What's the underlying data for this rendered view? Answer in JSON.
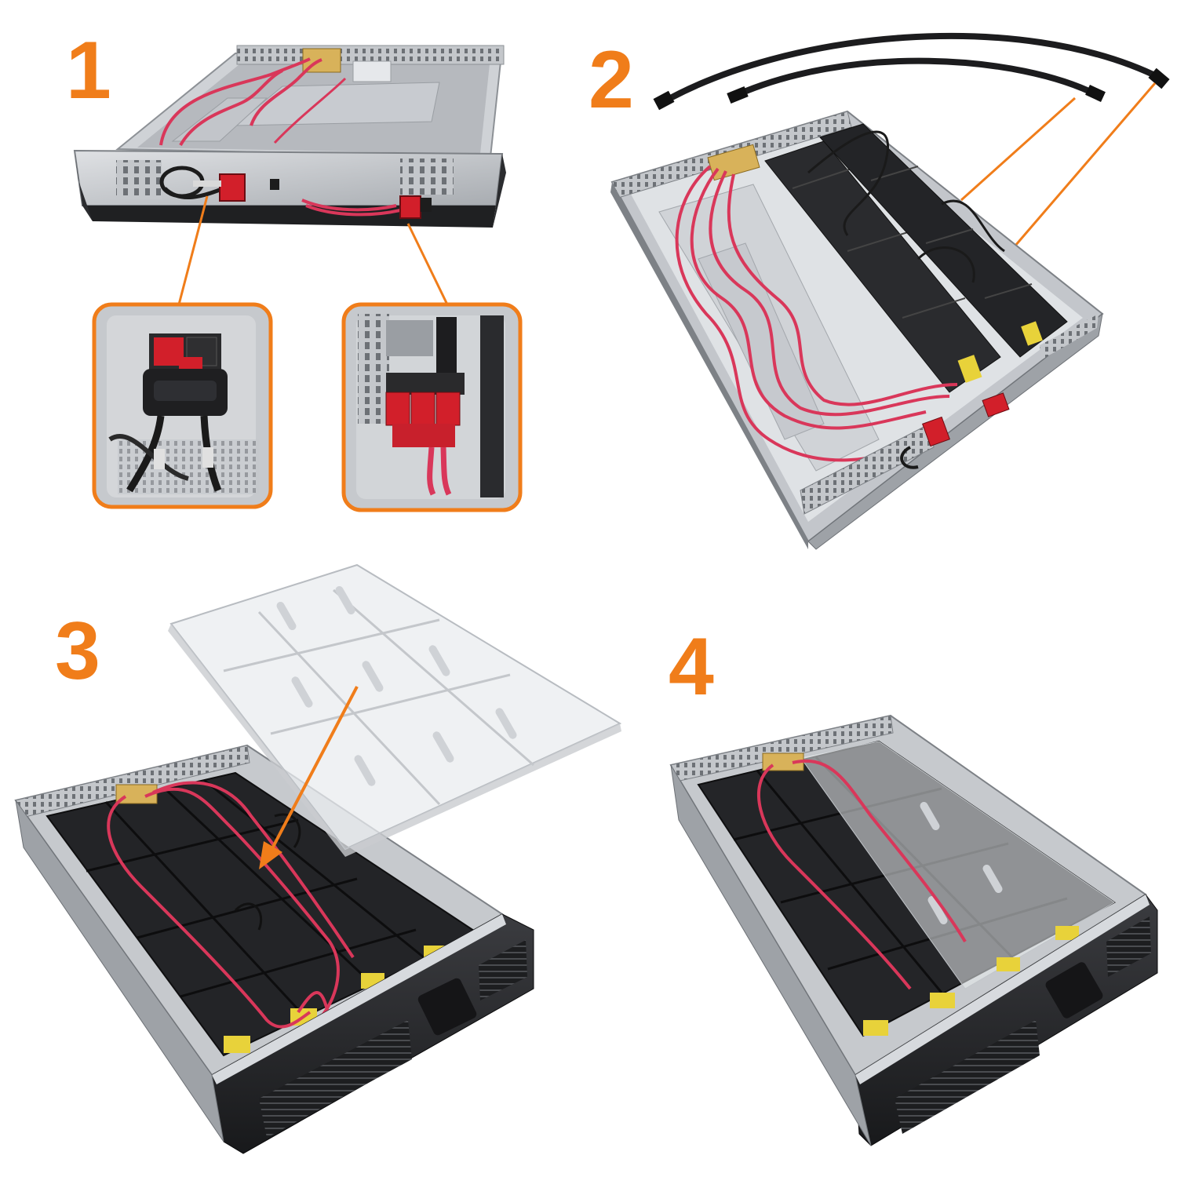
{
  "steps": [
    {
      "number": "1"
    },
    {
      "number": "2"
    },
    {
      "number": "3"
    },
    {
      "number": "4"
    }
  ],
  "colors": {
    "accent": "#f07d1a",
    "metal": "#b9bcc0",
    "metal_dark": "#8d9196",
    "battery": "#2a2b2e",
    "wire_red": "#d9375a",
    "connector_red": "#d21f2a",
    "label_yellow": "#e8d23a"
  }
}
